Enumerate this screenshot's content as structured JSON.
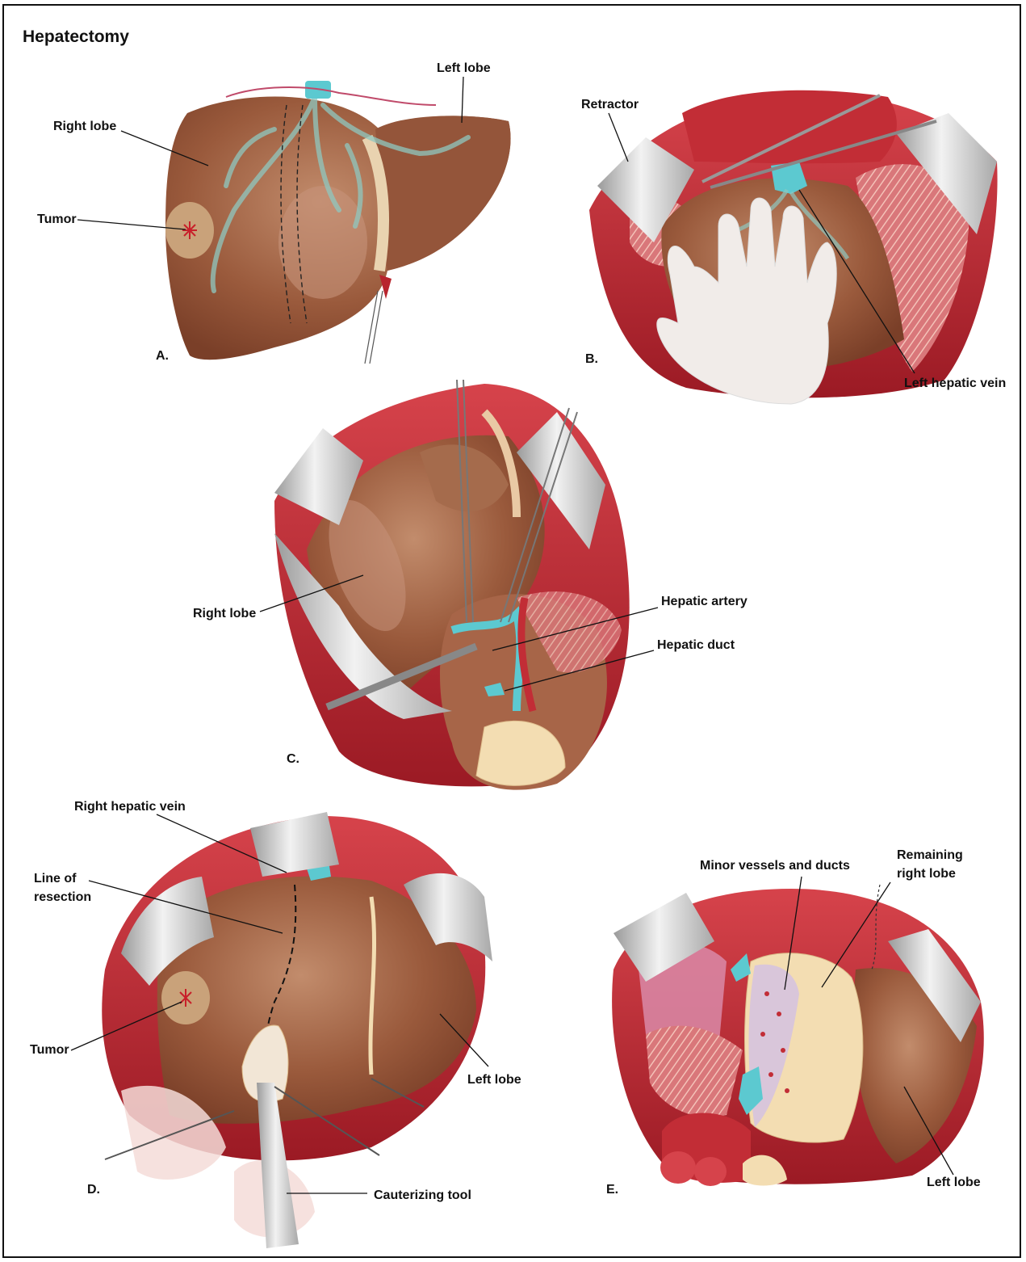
{
  "title": "Hepatectomy",
  "panels": {
    "a": {
      "letter": "A.",
      "labels": {
        "left_lobe": "Left lobe",
        "right_lobe": "Right lobe",
        "tumor": "Tumor"
      }
    },
    "b": {
      "letter": "B.",
      "labels": {
        "retractor": "Retractor",
        "left_hepatic_vein": "Left hepatic vein"
      }
    },
    "c": {
      "letter": "C.",
      "labels": {
        "right_lobe": "Right lobe",
        "hepatic_artery": "Hepatic artery",
        "hepatic_duct": "Hepatic duct"
      }
    },
    "d": {
      "letter": "D.",
      "labels": {
        "right_hepatic_vein": "Right hepatic vein",
        "line_of_resection_1": "Line of",
        "line_of_resection_2": "resection",
        "tumor": "Tumor",
        "left_lobe": "Left lobe",
        "cauterizing_tool": "Cauterizing tool"
      }
    },
    "e": {
      "letter": "E.",
      "labels": {
        "minor_vessels": "Minor vessels and ducts",
        "remaining_1": "Remaining",
        "remaining_2": "right lobe",
        "left_lobe": "Left lobe"
      }
    }
  },
  "colors": {
    "liver": "#9a5a3c",
    "liver_highlight": "#c08a6a",
    "tissue_red": "#b8252e",
    "retractor": "#c9c9c9",
    "vessel_cyan": "#5cc9d0",
    "muscle_pink": "#d98a8a",
    "glove": "#f1ece9",
    "cut_surface": "#f3ddb2"
  }
}
